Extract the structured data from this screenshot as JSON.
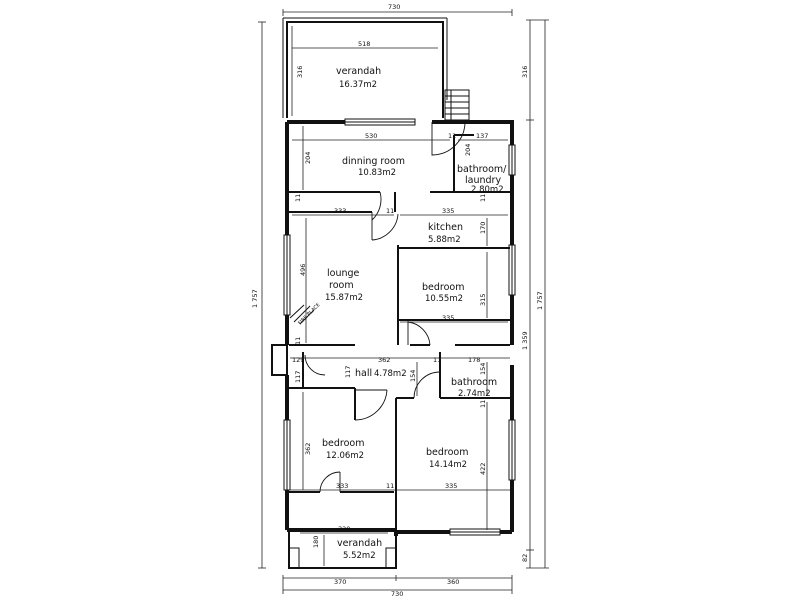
{
  "rooms": {
    "verandah_top": {
      "name": "verandah",
      "area": "16.37m2"
    },
    "dining": {
      "name": "dinning room",
      "area": "10.83m2"
    },
    "bath_laundry": {
      "name": "bathroom/",
      "name2": "laundry",
      "area": "2.80m2"
    },
    "kitchen": {
      "name": "kitchen",
      "area": "5.88m2"
    },
    "lounge": {
      "name": "lounge",
      "name2": "room",
      "area": "15.87m2"
    },
    "bedroom_mid": {
      "name": "bedroom",
      "area": "10.55m2"
    },
    "hall": {
      "name": "hall",
      "area": "4.78m2"
    },
    "bathroom": {
      "name": "bathroom",
      "area": "2.74m2"
    },
    "bedroom_left": {
      "name": "bedroom",
      "area": "12.06m2"
    },
    "bedroom_right": {
      "name": "bedroom",
      "area": "14.14m2"
    },
    "verandah_bot": {
      "name": "verandah",
      "area": "5.52m2"
    }
  },
  "dimensions": {
    "overall_top": "730",
    "overall_bottom": "730",
    "bottom_left": "370",
    "bottom_right": "360",
    "overall_left": "1 757",
    "overall_right": "1 757",
    "right_mid": "1 359",
    "right_top": "316",
    "right_bottom": "82",
    "verandah_width": "518",
    "verandah_height": "316",
    "dining_width": "530",
    "dining_height": "204",
    "bath_laundry_width": "137",
    "bath_laundry_height": "204",
    "lounge_width": "333",
    "kitchen_width": "335",
    "kitchen_height": "170",
    "lounge_height": "496",
    "bedroom_mid_height": "315",
    "bedroom_mid_width": "335",
    "hall_left_width": "129",
    "hall_width": "362",
    "bathroom_width": "178",
    "hall_height_left": "117",
    "hall_height_right": "154",
    "bathroom_height": "154",
    "bedroom_left_height": "362",
    "bedroom_left_width": "333",
    "bedroom_right_height": "422",
    "bedroom_right_width": "335",
    "verandah_bot_width": "320",
    "verandah_bot_height": "180",
    "wall_11": "11",
    "fireplace_label": "FIRE PLACE"
  }
}
